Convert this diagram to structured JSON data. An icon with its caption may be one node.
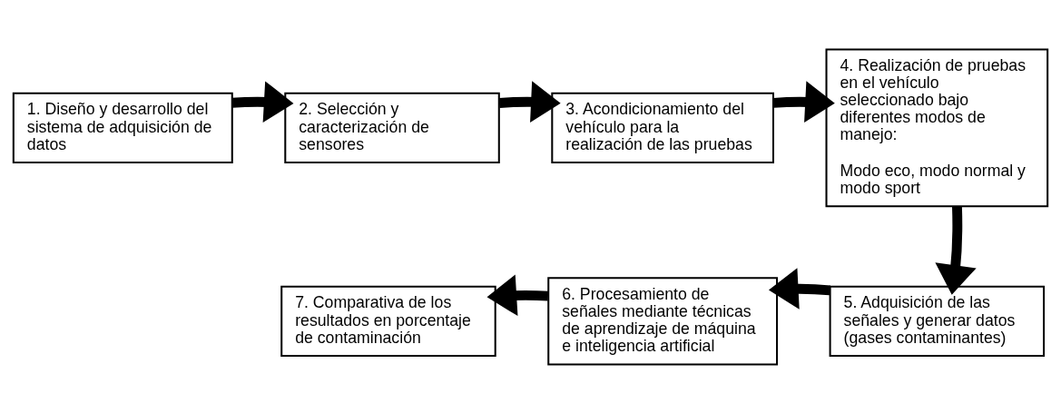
{
  "diagram": {
    "nodes": [
      {
        "text": [
          "1. Diseño y desarrollo del sistema de adquisición de datos"
        ]
      },
      {
        "text": [
          "2. Selección y caracterización de sensores"
        ]
      },
      {
        "text": [
          "3. Acondicionamiento del vehículo para la realización de las pruebas"
        ]
      },
      {
        "text": [
          "4. Realización de pruebas en el vehículo seleccionado bajo diferentes modos de manejo:",
          "Modo eco, modo normal y modo sport"
        ]
      },
      {
        "text": [
          "5. Adquisición de las señales y generar datos (gases contaminantes)"
        ]
      },
      {
        "text": [
          "6. Procesamiento de señales mediante técnicas de aprendizaje de máquina e inteligencia artificial"
        ]
      },
      {
        "text": [
          "7. Comparativa de los resultados en porcentaje de contaminación"
        ]
      }
    ],
    "edges": [
      {
        "from": 0,
        "to": 1,
        "arrow": "to"
      },
      {
        "from": 1,
        "to": 2,
        "arrow": "to"
      },
      {
        "from": 2,
        "to": 3,
        "arrow": "to"
      },
      {
        "from": 3,
        "to": 4,
        "arrow": "to"
      },
      {
        "from": 4,
        "to": 5,
        "arrow": "to"
      },
      {
        "from": 5,
        "to": 6,
        "arrow": "to"
      }
    ]
  }
}
